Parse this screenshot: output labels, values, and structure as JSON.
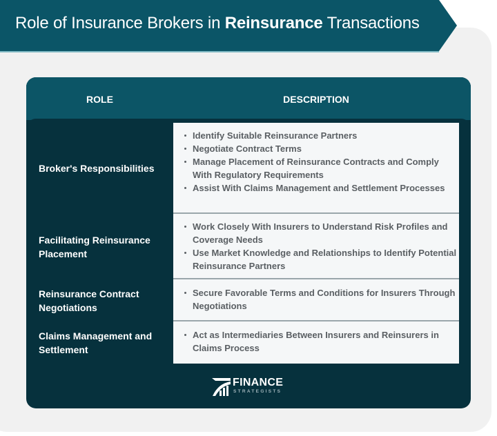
{
  "title": {
    "prefix": "Role of Insurance Brokers in ",
    "bold": "Reinsurance",
    "suffix": " Transactions"
  },
  "table": {
    "headers": {
      "role": "ROLE",
      "description": "DESCRIPTION"
    },
    "rows": [
      {
        "role": "Broker's Responsibilities",
        "description": [
          "Identify Suitable Reinsurance Partners",
          "Negotiate Contract Terms",
          "Manage Placement of Reinsurance Contracts and Comply With Regulatory Requirements",
          "Assist With Claims Management and Settlement Processes"
        ]
      },
      {
        "role": "Facilitating Reinsurance Placement",
        "description": [
          "Work Closely With Insurers to Understand Risk Profiles and Coverage Needs",
          "Use Market Knowledge and Relationships to Identify Potential Reinsurance Partners"
        ]
      },
      {
        "role": "Reinsurance Contract Negotiations",
        "description": [
          "Secure Favorable Terms and Conditions for Insurers Through Negotiations"
        ]
      },
      {
        "role": "Claims Management and Settlement",
        "description": [
          "Act as Intermediaries Between Insurers and Reinsurers in Claims Process"
        ]
      }
    ]
  },
  "logo": {
    "name": "FINANCE",
    "sub": "STRATEGISTS",
    "icon": "bar-chart-logo-icon"
  },
  "colors": {
    "banner": "#0b5567",
    "table_header": "#0c5566",
    "table_body": "#06313d",
    "cell_bg": "#f5f7f8",
    "card_bg": "#f1f1f1"
  }
}
